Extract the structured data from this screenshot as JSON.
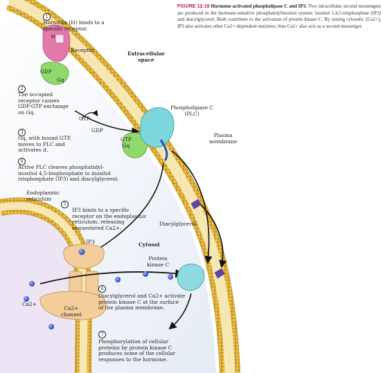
{
  "caption": {
    "figure_label": "FIGURE 12-19",
    "title": "Hormone-activated phospholipase C and IP3.",
    "body": "Two intracellular second messengers are produced in the hormone-sensitive phosphatidylinositol system: inositol 1,4,5-trisphosphate (IP3) and diacylglycerol. Both contribute to the activation of protein kinase C. By raising cytosolic [Ca2+], IP3 also activates other Ca2+-dependent enzymes; thus Ca2+ also acts as a second messenger."
  },
  "steps": [
    {
      "number": "1",
      "text": "Hormone (H) binds to a\nspecific receptor."
    },
    {
      "number": "2",
      "text": "The occupied\nreceptor causes\nGDP-GTP exchange\non Gq."
    },
    {
      "number": "3",
      "text": "Gq, with bound GTP,\nmoves to PLC and\nactivates it."
    },
    {
      "number": "4",
      "text": "Active PLC cleaves phosphatidyl-\ninositol 4,5-bisphosphate to inositol\ntrisphosphate (IP3) and diacylglycerol."
    },
    {
      "number": "5",
      "text": "IP3 binds to a specific\nreceptor on the endoplasmic\nreticulum, releasing\nsequestered Ca2+."
    },
    {
      "number": "6",
      "text": "Diacylglycerol and Ca2+ activate\nprotein kinase C at the surface\nof the plasma membrane."
    },
    {
      "number": "7",
      "text": "Phosphorylation of cellular\nproteins by protein kinase C\nproduces some of the cellular\nresponses to the hormone."
    }
  ],
  "labels": {
    "hormone": "H",
    "receptor": "Receptor",
    "extracellular": "Extracellular\nspace",
    "gdp_top": "GDP",
    "gq_top": "Gq",
    "gtp": "GTP",
    "gdp_mid": "GDP",
    "gtp_gq": "GTP\nGq",
    "plc": "Phospholipase C\n(PLC)",
    "plasma_membrane": "Plasma\nmembrane",
    "er": "Endoplasmic\nreticulum",
    "ip3": "IP3",
    "diacylglycerol": "Diacylglycerol",
    "cytosol": "Cytosol",
    "pkc": "Protein\nkinase C",
    "ca_left": "Ca2+",
    "ca_channel": "Ca2+\nchannel"
  },
  "colors": {
    "membrane_head": "#f5c84a",
    "membrane_tail": "#f7e3a0",
    "receptor": "#e07aa8",
    "g_protein": "#8fd468",
    "plc": "#7ad3d8",
    "er_lumen": "#ece4f2",
    "cytosol_bg": "#f2f4f8",
    "channel": "#f3cd9a",
    "calcium": "#2d53c8",
    "dag": "#5d43a8",
    "caption_accent": "#c2185b"
  },
  "icons": [
    "receptor-protein",
    "g-protein",
    "plc-enzyme",
    "ip3-receptor-channel",
    "protein-kinase-c",
    "calcium-ion",
    "diacylglycerol-lipid",
    "reaction-arrow"
  ]
}
